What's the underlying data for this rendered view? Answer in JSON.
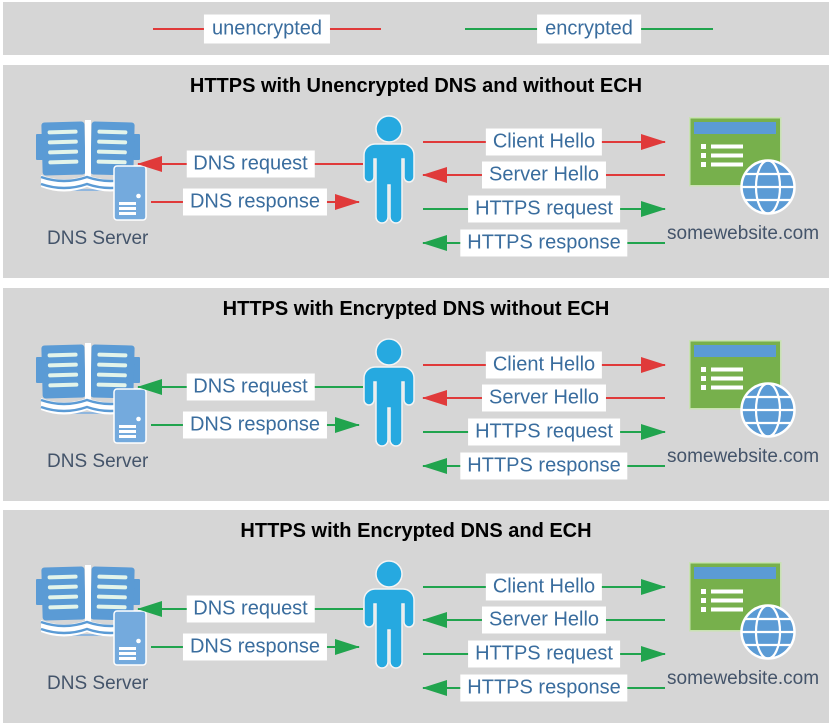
{
  "legend": {
    "items": [
      {
        "name": "unencrypted",
        "label": "unencrypted"
      },
      {
        "name": "encrypted",
        "label": "encrypted"
      }
    ]
  },
  "colors": {
    "unencrypted": "#e03a3a",
    "encrypted": "#21a44e",
    "panel_bg": "#d6d6d6",
    "label_text": "#3a6d9e",
    "caption_text": "#44546a",
    "person_blue": "#26a9e0",
    "icon_blue": "#5b9bd5",
    "website_green": "#77b04c"
  },
  "panels": [
    {
      "title": "HTTPS with Unencrypted DNS and without ECH",
      "dns_server_caption": "DNS Server",
      "website_caption": "somewebsite.com",
      "arrows": {
        "dns": [
          {
            "label": "DNS request",
            "direction": "left",
            "encrypted": false
          },
          {
            "label": "DNS response",
            "direction": "right",
            "encrypted": false
          }
        ],
        "https": [
          {
            "label": "Client Hello",
            "direction": "right",
            "encrypted": false
          },
          {
            "label": "Server Hello",
            "direction": "left",
            "encrypted": false
          },
          {
            "label": "HTTPS request",
            "direction": "right",
            "encrypted": true
          },
          {
            "label": "HTTPS response",
            "direction": "left",
            "encrypted": true
          }
        ]
      }
    },
    {
      "title": "HTTPS with Encrypted DNS without ECH",
      "dns_server_caption": "DNS Server",
      "website_caption": "somewebsite.com",
      "arrows": {
        "dns": [
          {
            "label": "DNS request",
            "direction": "left",
            "encrypted": true
          },
          {
            "label": "DNS response",
            "direction": "right",
            "encrypted": true
          }
        ],
        "https": [
          {
            "label": "Client Hello",
            "direction": "right",
            "encrypted": false
          },
          {
            "label": "Server Hello",
            "direction": "left",
            "encrypted": false
          },
          {
            "label": "HTTPS request",
            "direction": "right",
            "encrypted": true
          },
          {
            "label": "HTTPS response",
            "direction": "left",
            "encrypted": true
          }
        ]
      }
    },
    {
      "title": "HTTPS with Encrypted DNS and ECH",
      "dns_server_caption": "DNS Server",
      "website_caption": "somewebsite.com",
      "arrows": {
        "dns": [
          {
            "label": "DNS request",
            "direction": "left",
            "encrypted": true
          },
          {
            "label": "DNS response",
            "direction": "right",
            "encrypted": true
          }
        ],
        "https": [
          {
            "label": "Client Hello",
            "direction": "right",
            "encrypted": true
          },
          {
            "label": "Server Hello",
            "direction": "left",
            "encrypted": true
          },
          {
            "label": "HTTPS request",
            "direction": "right",
            "encrypted": true
          },
          {
            "label": "HTTPS response",
            "direction": "left",
            "encrypted": true
          }
        ]
      }
    }
  ]
}
